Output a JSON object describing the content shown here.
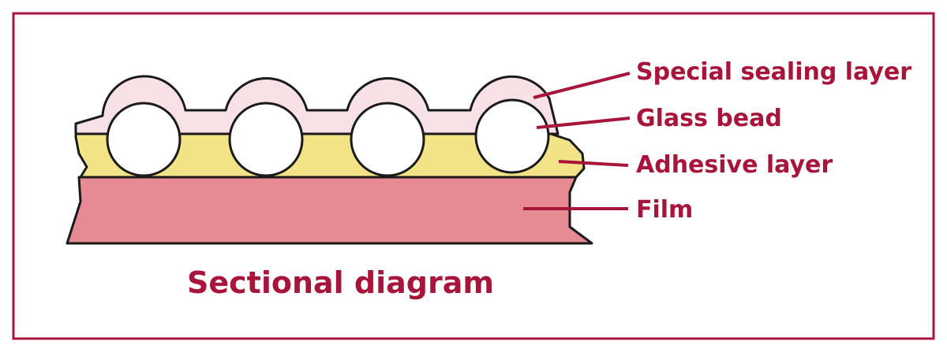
{
  "title": "Sectional diagram",
  "labels": {
    "sealing": "Special sealing layer",
    "bead": "Glass bead",
    "adhesive": "Adhesive layer",
    "film": "Film"
  },
  "colors": {
    "accent": "#a8143a",
    "sealing": "#f7e1e6",
    "adhesive": "#f2e386",
    "film": "#e68a93",
    "bead": "#ffffff",
    "outline": "#1a1a1a"
  }
}
